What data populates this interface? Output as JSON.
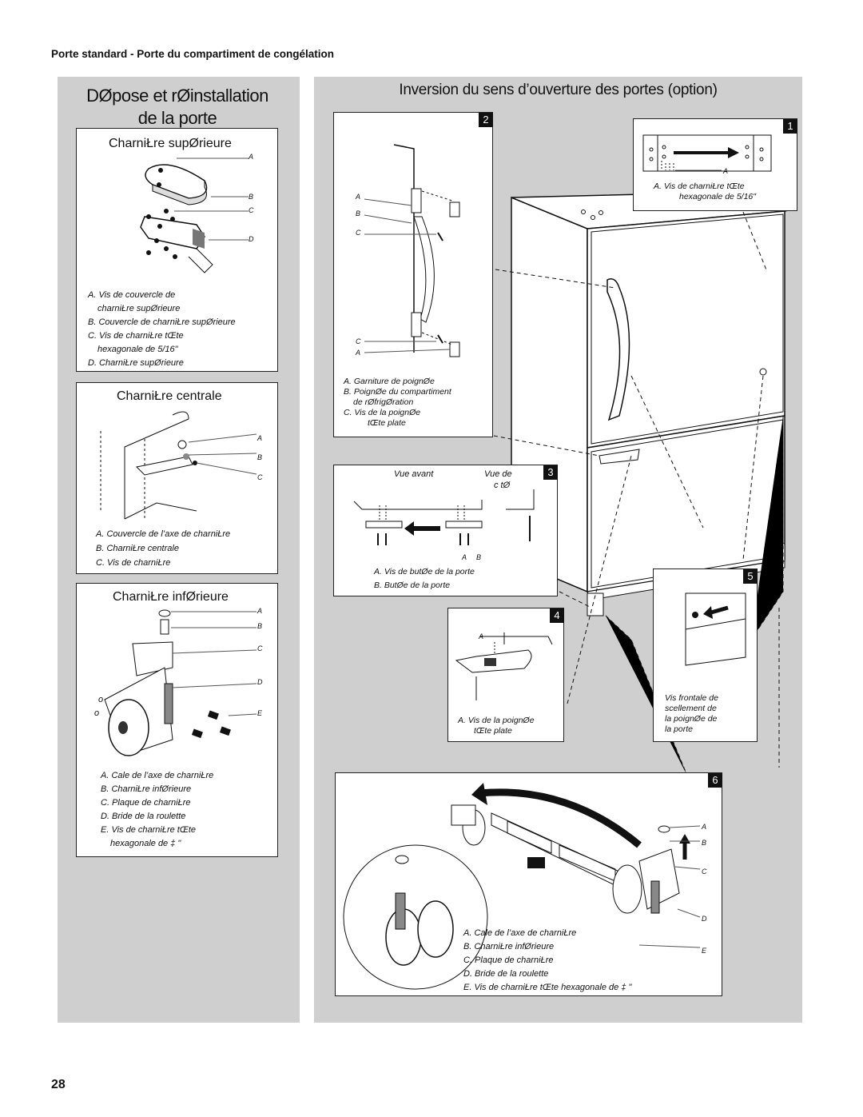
{
  "page": {
    "section_title": "Porte standard - Porte du compartiment de congélation",
    "page_number": "28"
  },
  "left_panel": {
    "title_line1": "DØpose et rØinstallation",
    "title_line2": "de la porte",
    "top_hinge": {
      "heading": "CharniŁre supØrieure",
      "letters": [
        "A",
        "B",
        "C",
        "D"
      ],
      "captions": [
        "A. Vis de couvercle de",
        "charniŁre supØrieure",
        "B. Couvercle de charniŁre supØrieure",
        "C. Vis de charniŁre   tŒte",
        "hexagonale de 5/16\"",
        "D. CharniŁre supØrieure"
      ]
    },
    "center_hinge": {
      "heading": "CharniŁre centrale",
      "letters": [
        "A",
        "B",
        "C"
      ],
      "captions": [
        "A. Couvercle de l’axe de charniŁre",
        "B. CharniŁre centrale",
        "C. Vis de charniŁre"
      ]
    },
    "bottom_hinge": {
      "heading": "CharniŁre infØrieure",
      "letters": [
        "A",
        "B",
        "C",
        "D",
        "E"
      ],
      "side_marks": [
        "o",
        "o"
      ],
      "captions": [
        "A. Cale de l’axe de charniŁre",
        "B. CharniŁre infØrieure",
        "C. Plaque de charniŁre",
        "D. Bride de la roulette",
        "E. Vis de charniŁre   tŒte",
        "hexagonale de ‡ \""
      ]
    }
  },
  "right_panel": {
    "title": "Inversion du sens d’ouverture des portes (option)",
    "step1": {
      "number": "1",
      "letters": [
        "A"
      ],
      "captions": [
        "A. Vis de charniŁre   tŒte",
        "hexagonale de 5/16\""
      ]
    },
    "step2": {
      "number": "2",
      "letters": [
        "A",
        "B",
        "C",
        "C",
        "A"
      ],
      "captions": [
        "A. Garniture de poignØe",
        "B. PoignØe du compartiment",
        "de rØfrigØration",
        "C. Vis de la poignØe",
        "tŒte plate"
      ]
    },
    "step3": {
      "number": "3",
      "label_front": "Vue avant",
      "label_side_1": "Vue de",
      "label_side_2": "c tØ",
      "letters": [
        "A",
        "B"
      ],
      "captions": [
        "A. Vis de butØe de la porte",
        "B. ButØe de la porte"
      ]
    },
    "step4": {
      "number": "4",
      "letters": [
        "A"
      ],
      "captions": [
        "A. Vis de la poignØe",
        "tŒte plate"
      ]
    },
    "step5": {
      "number": "5",
      "captions": [
        "Vis frontale de",
        "scellement de",
        "la poignØe de",
        "la porte"
      ]
    },
    "step6": {
      "number": "6",
      "letters": [
        "A",
        "B",
        "C",
        "D",
        "E"
      ],
      "captions": [
        "A. Cale de l’axe de charniŁre",
        "B. CharniŁre infØrieure",
        "C. Plaque de charniŁre",
        "D. Bride de la roulette",
        "E. Vis de charniŁre   tŒte hexagonale de ‡ \""
      ]
    }
  },
  "colors": {
    "panel": "#cfcfcf",
    "ink": "#111111"
  }
}
